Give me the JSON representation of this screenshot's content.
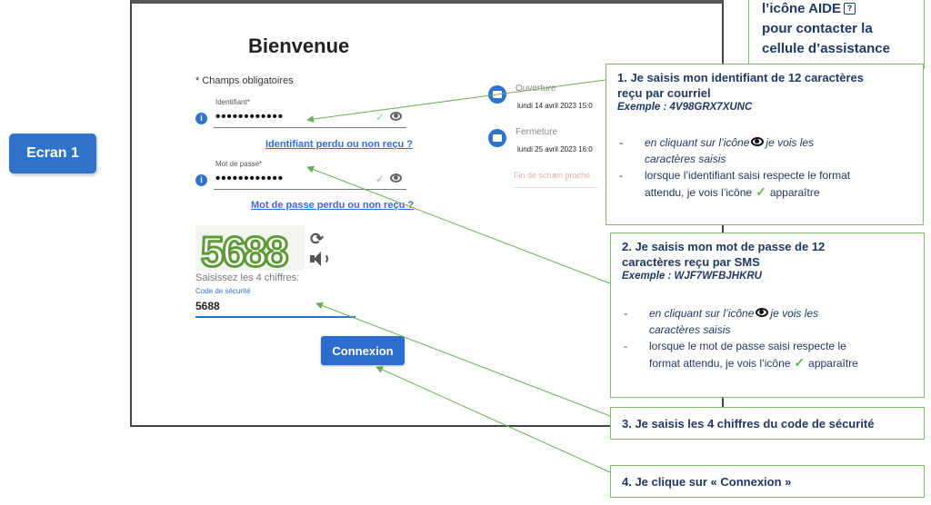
{
  "screen_tag": "Ecran 1",
  "login": {
    "welcome": "Bienvenue",
    "required_note": "* Champs obligatoires",
    "identifier_label": "Identifiant*",
    "identifier_value": "••••••••••••",
    "identifier_link": "Identifiant perdu ou non reçu ?",
    "password_label": "Mot de passe*",
    "password_value": "••••••••••••",
    "password_link": "Mot de passe perdu ou non reçu ?",
    "captcha_code": "5688",
    "captcha_hint": "Saisissez les 4 chiffres:",
    "security_label": "Code de sécurité",
    "security_value": "5688",
    "connect_label": "Connexion"
  },
  "schedule": {
    "opening_title": "Ouverture",
    "opening_date": "lundi 14 avril 2023 15:0",
    "closing_title": "Fermeture",
    "closing_date": "lundi 25 avril 2023 16:0",
    "ghost_label": "Fin de scrutin proche"
  },
  "help_note": {
    "line1": "l’icône  AIDE",
    "help_icon": "?",
    "line2": "pour contacter la",
    "line3": "cellule d’assistance"
  },
  "callouts": {
    "c1": {
      "title_line1": "1. Je saisis mon identifiant de 12 caractères",
      "title_line2": "reçu par courriel",
      "example": "Exemple : 4V98GRX7XUNC",
      "bullet1a": "en cliquant sur l’icône",
      "bullet1b": "je vois les",
      "bullet1c": "caractères saisis",
      "bullet2a": "lorsque l’identifiant saisi respecte le format",
      "bullet2b": "attendu, je vois l’icône",
      "bullet2c": "apparaître"
    },
    "c2": {
      "title_line1": "2. Je saisis mon mot de passe de 12",
      "title_line2": "caractères reçu par SMS",
      "example": "Exemple : WJF7WFBJHKRU",
      "bullet1a": "en cliquant sur l’icône",
      "bullet1b": "je vois les",
      "bullet1c": "caractères saisis",
      "bullet2a": "lorsque le mot de passe saisi respecte le",
      "bullet2b": "format attendu, je vois l’icône",
      "bullet2c": "apparaître"
    },
    "c3": {
      "title": "3. Je saisis les 4 chiffres du code de sécurité"
    },
    "c4": {
      "title": "4. Je clique sur « Connexion »"
    }
  },
  "colors": {
    "primary_blue": "#2e6dd0",
    "callout_border": "#7bbf6a",
    "callout_text": "#1f3864",
    "captcha_green": "#5f9a38"
  }
}
